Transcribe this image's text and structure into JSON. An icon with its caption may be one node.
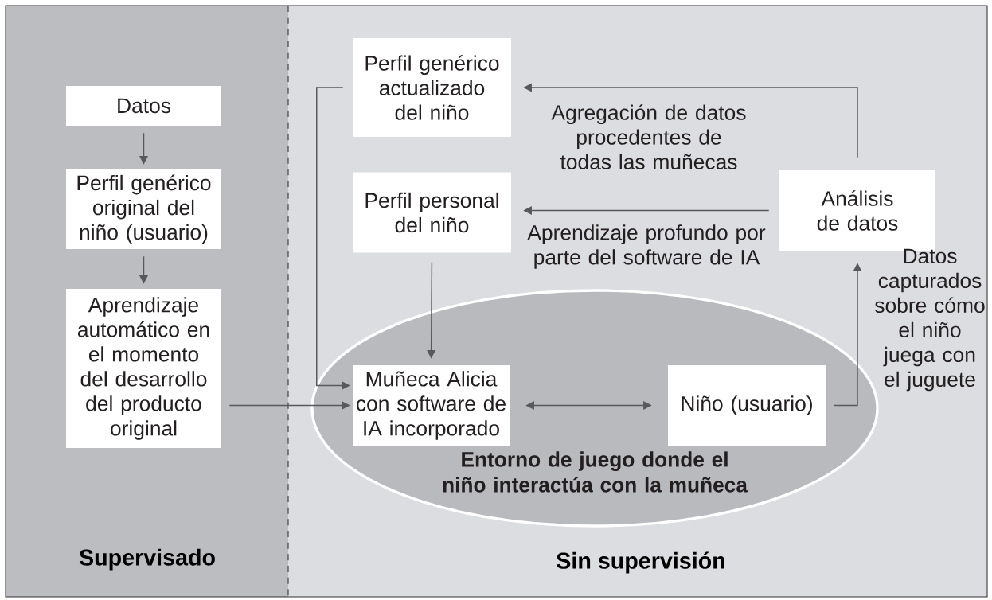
{
  "diagram": {
    "nodes": [
      {
        "text": [
          "Supervisado"
        ]
      },
      {
        "text": [
          "Sin supervisión"
        ]
      },
      {
        "text": [
          "Datos"
        ],
        "in": 0
      },
      {
        "text": [
          "Perfil genérico original del niño (usuario)"
        ],
        "in": 0
      },
      {
        "text": [
          "Aprendizaje automático en el momento del desarrollo del producto original"
        ],
        "in": 0
      },
      {
        "text": [
          "Perfil genérico actualizado del niño"
        ],
        "in": 1
      },
      {
        "text": [
          "Perfil personal del niño"
        ],
        "in": 1
      },
      {
        "text": [
          "Análisis de datos"
        ],
        "in": 1
      },
      {
        "text": [
          "Entorno de juego donde el niño interactúa con la muñeca"
        ],
        "in": 1
      },
      {
        "text": [
          "Muñeca Alicia con software de IA incorporado"
        ],
        "in": 8
      },
      {
        "text": [
          "Niño (usuario)"
        ],
        "in": 8
      }
    ],
    "edges": [
      {
        "from": 2,
        "to": 3,
        "arrow": "to"
      },
      {
        "from": 3,
        "to": 4,
        "arrow": "to"
      },
      {
        "from": 4,
        "to": 9,
        "arrow": "to"
      },
      {
        "from": 7,
        "to": 5,
        "arrow": "to",
        "label": "Agregación de datos procedentes de todas las muñecas"
      },
      {
        "from": 7,
        "to": 6,
        "arrow": "to",
        "label": "Aprendizaje profundo por parte del software de IA"
      },
      {
        "from": 6,
        "to": 9,
        "arrow": "to"
      },
      {
        "from": 5,
        "to": 9,
        "arrow": "to"
      },
      {
        "from": 9,
        "to": 10,
        "arrow": "both"
      },
      {
        "from": 10,
        "to": 7,
        "arrow": "to",
        "label": "Datos capturados sobre cómo el niño juega con el juguete"
      }
    ]
  }
}
